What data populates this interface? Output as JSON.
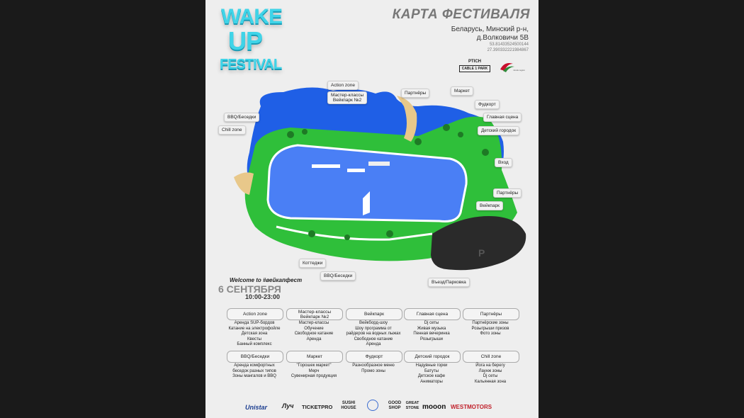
{
  "logo": {
    "line1": "WAKE",
    "line2": "UP",
    "line3": "FESTIVAL"
  },
  "header": {
    "title": "КАРТА ФЕСТИВАЛЯ",
    "address_line1": "Беларусь, Минский р-н,",
    "address_line2": "д.Волковичи 5В",
    "coord_lat": "53.81433524500144",
    "coord_lon": "27.390332221984867"
  },
  "partner_logos": {
    "ptich": "PTICH",
    "cable_park": "CABLE 1 PARK",
    "minsk": "minsk region"
  },
  "map_labels": [
    {
      "key": "action_zone",
      "text": "Action zone"
    },
    {
      "key": "master_classes",
      "text": "Мастер-классы"
    },
    {
      "key": "wakepark2",
      "text": "Вейкпарк №2"
    },
    {
      "key": "partners_top",
      "text": "Партнёры"
    },
    {
      "key": "market",
      "text": "Маркет"
    },
    {
      "key": "foodcourt",
      "text": "Фудкорт"
    },
    {
      "key": "main_stage",
      "text": "Главная сцена"
    },
    {
      "key": "kids_town",
      "text": "Детский городок"
    },
    {
      "key": "bbq",
      "text": "BBQ/Беседки"
    },
    {
      "key": "chill",
      "text": "Chill zone"
    },
    {
      "key": "entrance",
      "text": "Вход"
    },
    {
      "key": "partners_right",
      "text": "Партнёры"
    },
    {
      "key": "wakepark",
      "text": "Вейкпарк"
    },
    {
      "key": "cottages",
      "text": "Коттеджи"
    },
    {
      "key": "bbq_bottom",
      "text": "BBQ/Беседки"
    },
    {
      "key": "parking",
      "text": "Въезд/Парковка"
    }
  ],
  "event": {
    "welcome": "Welcome to #вейкапфест",
    "date": "6 СЕНТЯБРЯ",
    "time": "10:00-23:00"
  },
  "zones": [
    {
      "title": "Action zone",
      "items": [
        "Аренда SUP-бордов",
        "Катание на электрофойле",
        "Детская зона",
        "Квесты",
        "Банный комплекс"
      ]
    },
    {
      "title": "Мастер-классы\nВейкпарк №2",
      "items": [
        "Мастер-классы",
        "Обучение",
        "Свободное катание",
        "Аренда"
      ]
    },
    {
      "title": "Вейкпарк",
      "items": [
        "Вейкборд-шоу",
        "Шоу программа от",
        "райдеров на водных лыжах",
        "Свободное катание",
        "Аренда"
      ]
    },
    {
      "title": "Главная сцена",
      "items": [
        "Dj сеты",
        "Живая музыка",
        "Пенная вечеринка",
        "Розыгрыши"
      ]
    },
    {
      "title": "Партнёры",
      "items": [
        "Партнёрские зоны",
        "Розыгрыши призов",
        "Фото зоны"
      ]
    },
    {
      "title": "BBQ/Беседки",
      "items": [
        "Аренда комфортных",
        "беседок разных типов",
        "Зоны мангалов и BBQ"
      ]
    },
    {
      "title": "Маркет",
      "items": [
        "\"Горошек маркет\"",
        "Мерч",
        "Сувенирная продукция"
      ]
    },
    {
      "title": "Фудкорт",
      "items": [
        "Разнообразное меню",
        "Промо зоны"
      ]
    },
    {
      "title": "Детский городок",
      "items": [
        "Надувные горки",
        "Батуты",
        "Детское кафе",
        "Аниматоры"
      ]
    },
    {
      "title": "Chill zone",
      "items": [
        "Йога на берегу",
        "Лаунж зоны",
        "Dj сеты",
        "Кальянная зона"
      ]
    }
  ],
  "sponsors": [
    "Unistar",
    "Луч",
    "TICKETPRO",
    "SUSHI HOUSE",
    "GOOD SHOP",
    "GREAT STONE",
    "mooon",
    "WESTMOTORS"
  ],
  "colors": {
    "water_outer": "#1f5fe6",
    "water_inner": "#4a7ff5",
    "grass": "#2fbf3a",
    "label_bg": "#f2f2f2",
    "accent_logo": "#3fd4e8",
    "parking": "#2a2a2a"
  }
}
